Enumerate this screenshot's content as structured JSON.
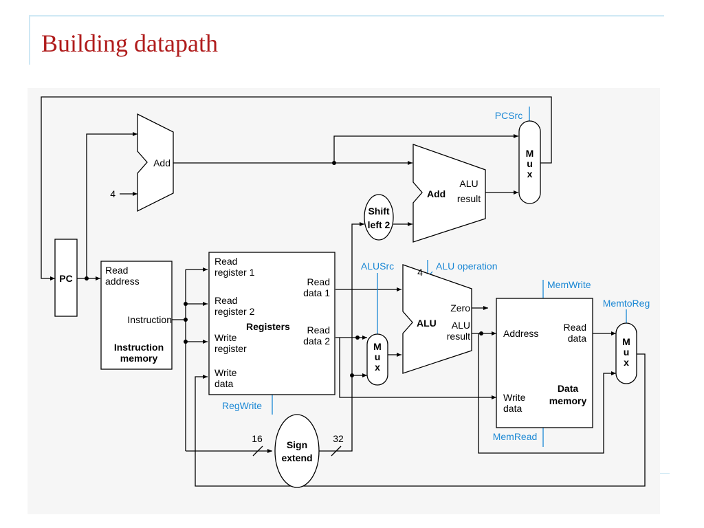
{
  "slide": {
    "title": "Building datapath"
  },
  "diagram": {
    "pc": "PC",
    "adder_top": {
      "label": "Add",
      "const_input": "4"
    },
    "adder_branch": {
      "label": "Add",
      "result_line1": "ALU",
      "result_line2": "result"
    },
    "shift": {
      "line1": "Shift",
      "line2": "left 2"
    },
    "instruction_memory": {
      "read_address_line1": "Read",
      "read_address_line2": "address",
      "instruction": "Instruction",
      "title_line1": "Instruction",
      "title_line2": "memory"
    },
    "registers": {
      "read_reg1_line1": "Read",
      "read_reg1_line2": "register 1",
      "read_reg2_line1": "Read",
      "read_reg2_line2": "register 2",
      "write_reg_line1": "Write",
      "write_reg_line2": "register",
      "write_data_line1": "Write",
      "write_data_line2": "data",
      "title": "Registers",
      "read_data1_line1": "Read",
      "read_data1_line2": "data 1",
      "read_data2_line1": "Read",
      "read_data2_line2": "data 2"
    },
    "sign_extend": {
      "line1": "Sign",
      "line2": "extend",
      "in_width": "16",
      "out_width": "32"
    },
    "alu": {
      "label": "ALU",
      "zero": "Zero",
      "result_line1": "ALU",
      "result_line2": "result",
      "op_width": "4"
    },
    "data_memory": {
      "address": "Address",
      "read_data_line1": "Read",
      "read_data_line2": "data",
      "write_data_line1": "Write",
      "write_data_line2": "data",
      "title_line1": "Data",
      "title_line2": "memory"
    },
    "mux_letters": [
      "M",
      "u",
      "x"
    ],
    "controls": {
      "pcsrc": "PCSrc",
      "alusrc": "ALUSrc",
      "alu_operation": "ALU operation",
      "memwrite": "MemWrite",
      "memtoreg": "MemtoReg",
      "regwrite": "RegWrite",
      "memread": "MemRead"
    },
    "colors": {
      "control": "#1a87d4",
      "title": "#b01c1c"
    }
  }
}
